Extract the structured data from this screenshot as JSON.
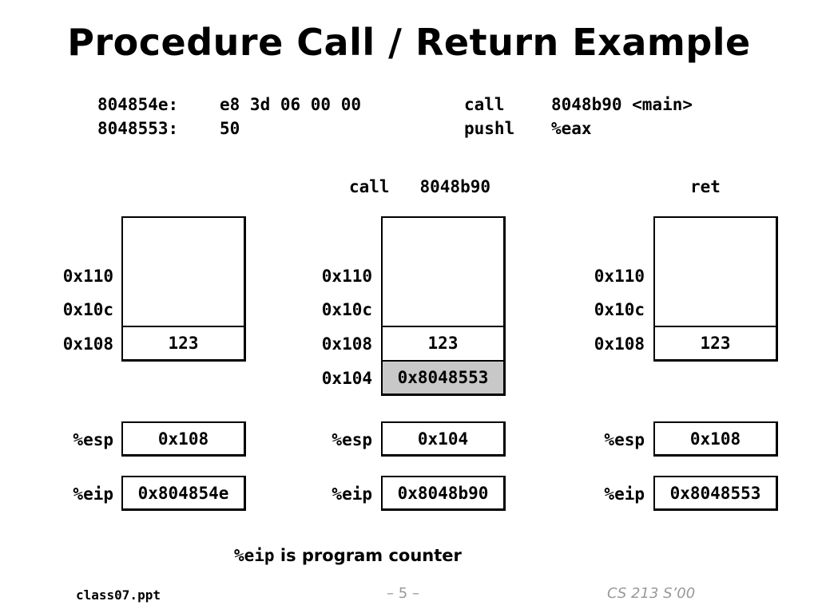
{
  "title": "Procedure Call / Return Example",
  "code": [
    {
      "addr": "804854e:",
      "bytes": "e8 3d 06 00 00",
      "op": "call",
      "arg": "8048b90 <main>"
    },
    {
      "addr": "8048553:",
      "bytes": "50",
      "op": "pushl",
      "arg": "%eax"
    }
  ],
  "panels": [
    {
      "header": "",
      "addresses": [
        "0x110",
        "0x10c",
        "0x108"
      ],
      "cells": [
        "",
        "",
        "123"
      ],
      "esp": "0x108",
      "eip": "0x804854e",
      "eip_highlight": false
    },
    {
      "header": "call   8048b90",
      "addresses": [
        "0x110",
        "0x10c",
        "0x108",
        "0x104"
      ],
      "cells": [
        "",
        "",
        "123",
        "0x8048553"
      ],
      "esp": "0x104",
      "eip": "0x8048b90",
      "eip_highlight": false
    },
    {
      "header": "ret",
      "addresses": [
        "0x110",
        "0x10c",
        "0x108"
      ],
      "cells": [
        "",
        "",
        "123"
      ],
      "esp": "0x108",
      "eip": "0x8048553",
      "eip_highlight": true
    }
  ],
  "reg_labels": {
    "esp": "%esp",
    "eip": "%eip"
  },
  "note": {
    "reg": "%eip",
    "text": " is program counter"
  },
  "footer": {
    "file": "class07.ppt",
    "page": "– 5 –",
    "course": "CS 213 S’00"
  },
  "colors": {
    "highlight": "#c8c8c8",
    "footer_gray": "#999999"
  }
}
